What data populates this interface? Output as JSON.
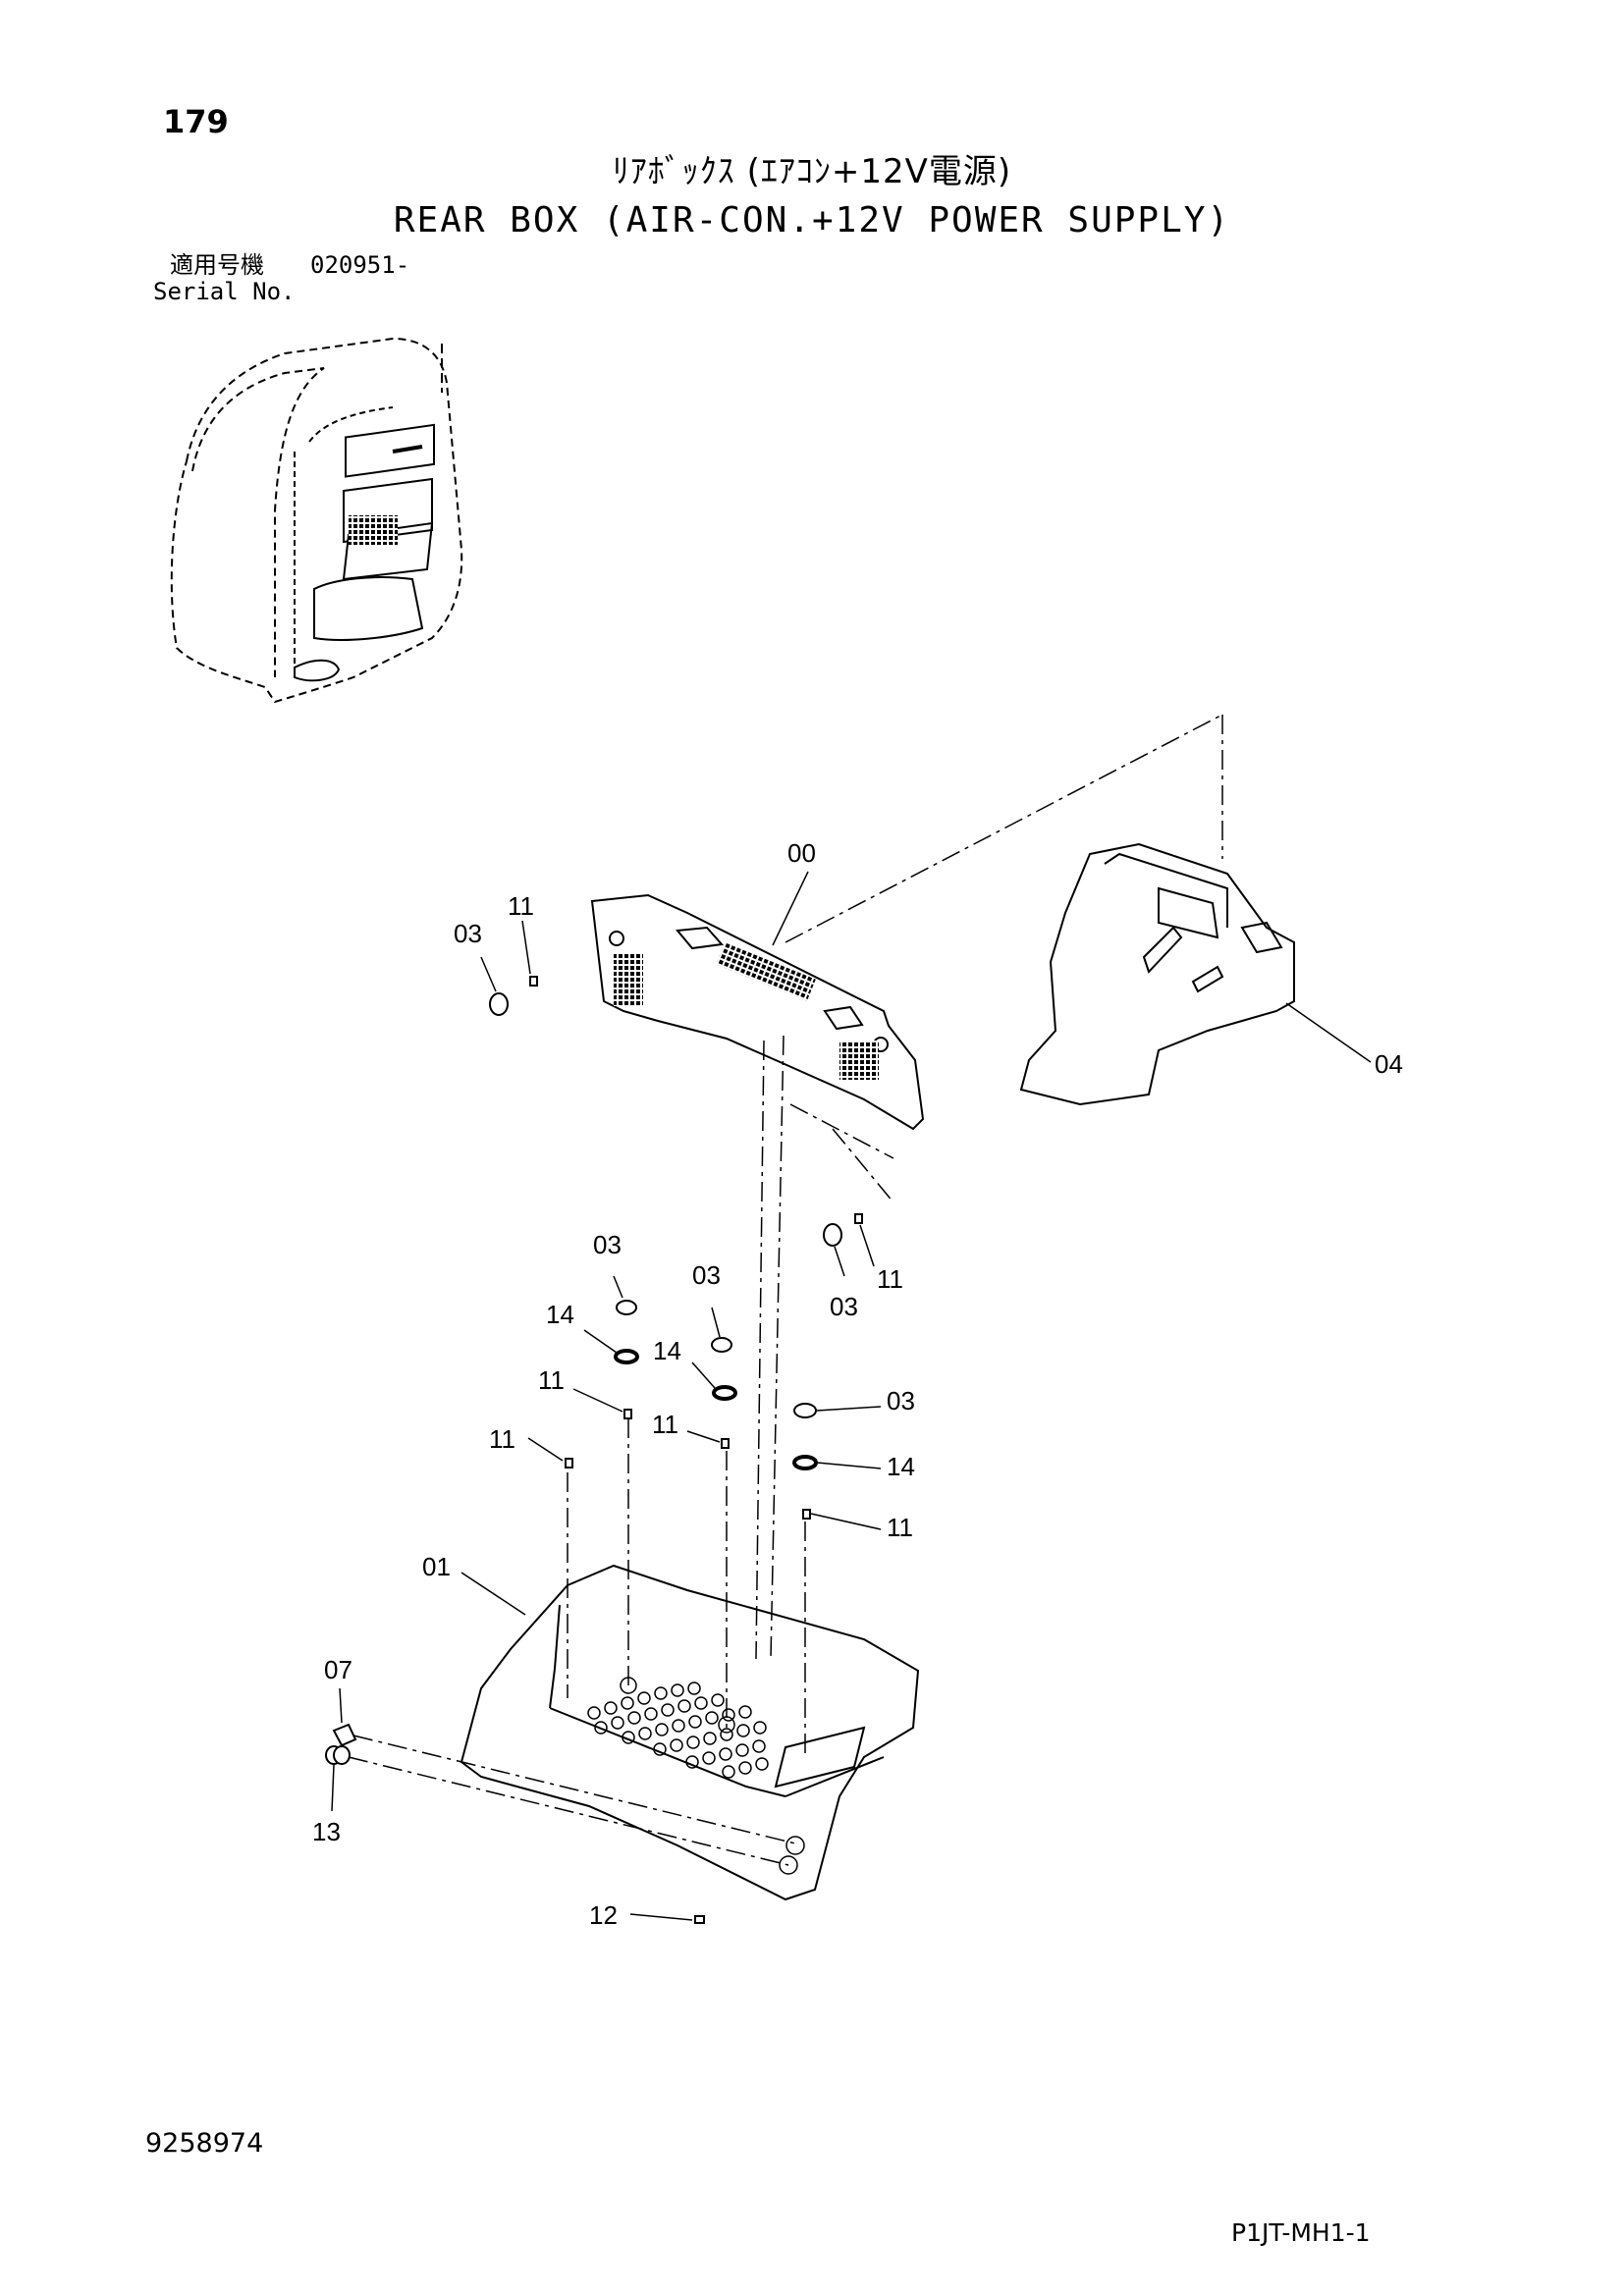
{
  "header": {
    "page_number": "179",
    "title_japanese": "ﾘｱﾎﾞｯｸｽ (ｴｱｺﾝ+12V電源)",
    "title_english": "REAR BOX (AIR-CON.+12V POWER SUPPLY)",
    "serial_label_japanese": "適用号機",
    "serial_value": "020951-",
    "serial_label_english": "Serial No."
  },
  "footer": {
    "document_number": "9258974",
    "page_code": "P1JT-MH1-1"
  },
  "callouts": {
    "c00": "00",
    "c01": "01",
    "c03": "03",
    "c04": "04",
    "c07": "07",
    "c11": "11",
    "c12": "12",
    "c13": "13",
    "c14": "14"
  }
}
